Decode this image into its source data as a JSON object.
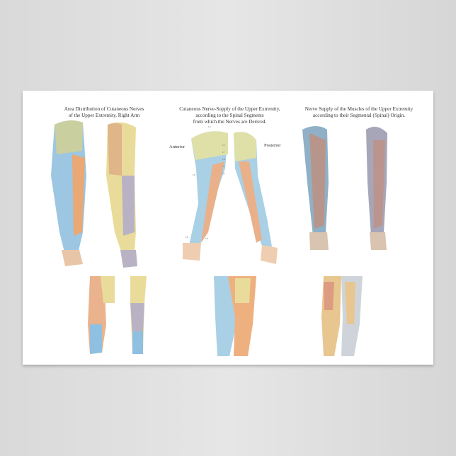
{
  "poster": {
    "panels": [
      {
        "title_line1": "Area Distribution of Cutaneous Nerves",
        "title_line2": "of the Upper Extremity, Right Arm"
      },
      {
        "title_line1": "Cutaneous Nerve-Supply of the Upper Extremity,",
        "title_line2": "according to the Spinal Segments",
        "title_line3": "from which the Nerves are Derived.",
        "label_anterior": "Anterior",
        "label_posterior": "Posterior"
      },
      {
        "title_line1": "Nerve Supply of the Muscles of the Upper Extremity",
        "title_line2": "according to their Segmental (Spinal) Origin."
      }
    ],
    "segment_labels": [
      "C4",
      "C5",
      "C6",
      "C7",
      "C8",
      "T1",
      "T2",
      "C6",
      "C8"
    ],
    "colors": {
      "yellow": "#e9dc9a",
      "blue": "#9cc6e2",
      "orange": "#e9a874",
      "red": "#d98a7a",
      "grey": "#b9b2c4",
      "background": "#dcdcdc"
    }
  }
}
